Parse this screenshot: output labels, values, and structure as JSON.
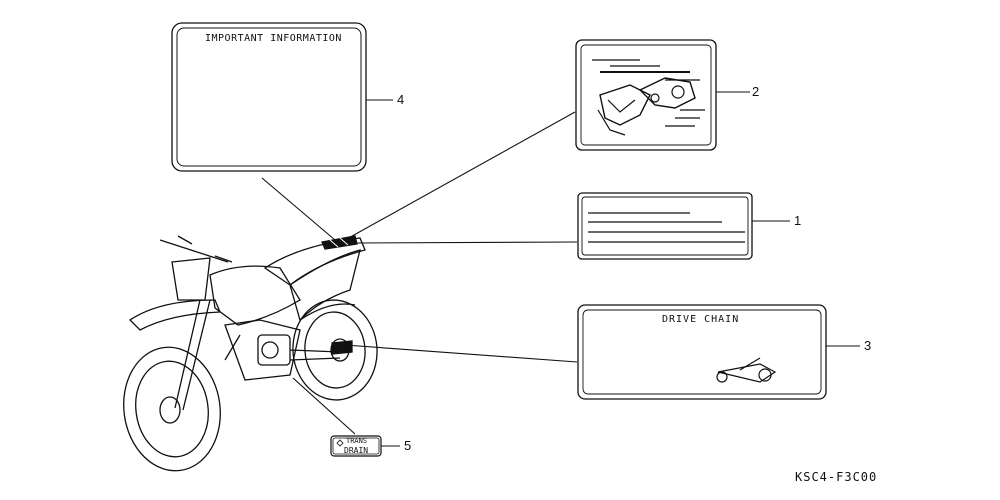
{
  "diagram": {
    "code": "KSC4-F3C00",
    "label4_title": "IMPORTANT INFORMATION",
    "label3_title": "DRIVE CHAIN",
    "label5_line1": "TRANS",
    "label5_line2": "DRAIN",
    "callouts": {
      "c1": "1",
      "c2": "2",
      "c3": "3",
      "c4": "4",
      "c5": "5"
    }
  }
}
